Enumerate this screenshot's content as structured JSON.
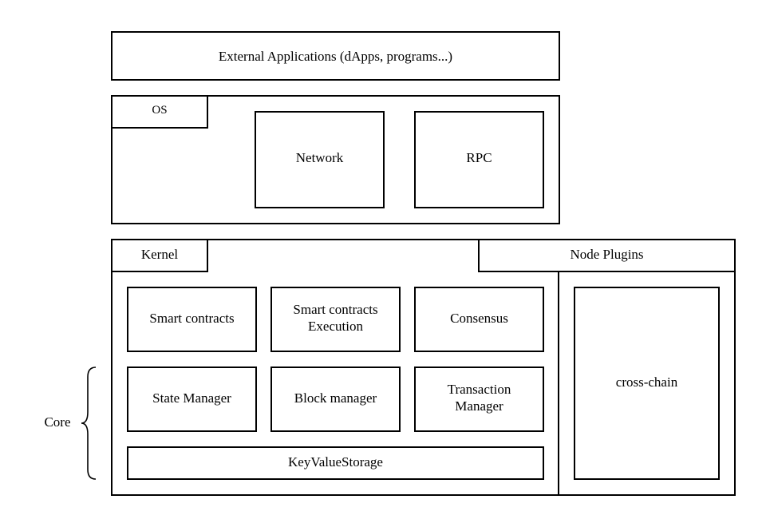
{
  "external": {
    "label": "External Applications (dApps, programs...)"
  },
  "os": {
    "label": "OS",
    "network": "Network",
    "rpc": "RPC"
  },
  "kernel": {
    "label": "Kernel",
    "smart_contracts": "Smart contracts",
    "smart_contracts_execution": "Smart contracts\nExecution",
    "consensus": "Consensus",
    "state_manager": "State Manager",
    "block_manager": "Block manager",
    "transaction_manager": "Transaction\nManager",
    "key_value_storage": "KeyValueStorage"
  },
  "node_plugins": {
    "label": "Node Plugins",
    "cross_chain": "cross-chain"
  },
  "core": {
    "label": "Core"
  }
}
